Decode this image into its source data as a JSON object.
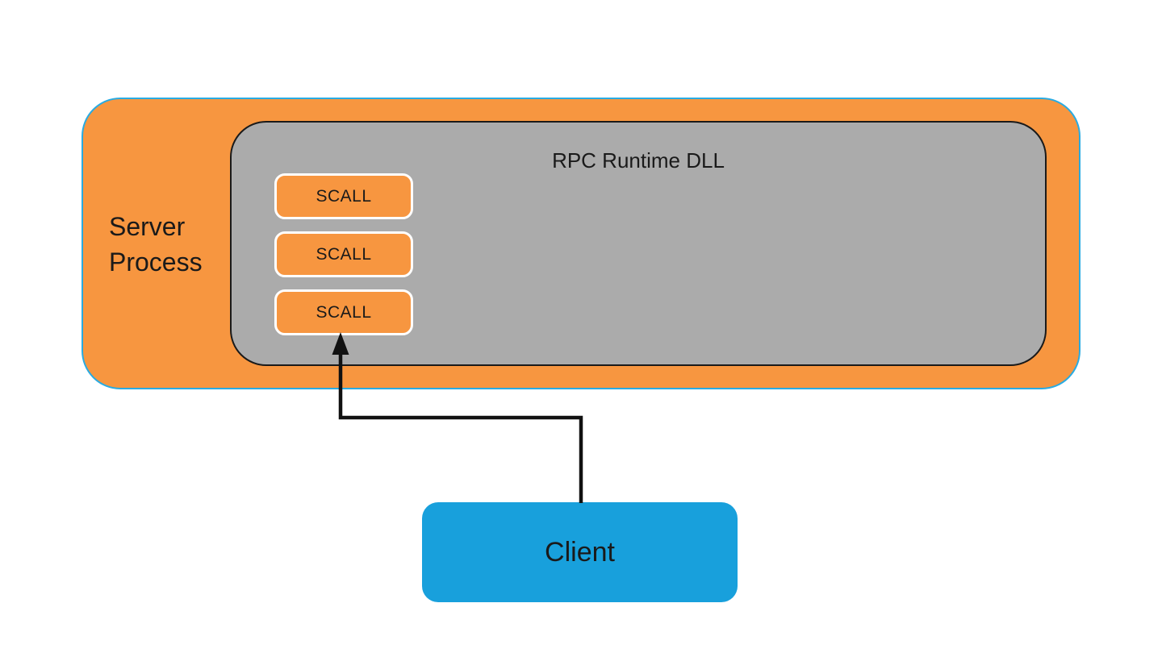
{
  "colors": {
    "orange": "#F79640",
    "outer-border": "#29ABE2",
    "gray": "#ABABAB",
    "gray-border": "#1A1A1A",
    "client-blue": "#18A0DC",
    "scall-border": "#FFFFFF",
    "text": "#1A1A1A",
    "arrow": "#111111",
    "background": "#FFFFFF"
  },
  "nodes": {
    "server_process": {
      "label": "Server Process"
    },
    "rpc_runtime_dll": {
      "label": "RPC Runtime DLL"
    },
    "scall_items": [
      {
        "label": "SCALL"
      },
      {
        "label": "SCALL"
      },
      {
        "label": "SCALL"
      }
    ],
    "client": {
      "label": "Client"
    }
  },
  "connections": [
    {
      "from": "client",
      "to": "scall-box-3",
      "style": "elbow",
      "arrowhead": "to"
    }
  ]
}
